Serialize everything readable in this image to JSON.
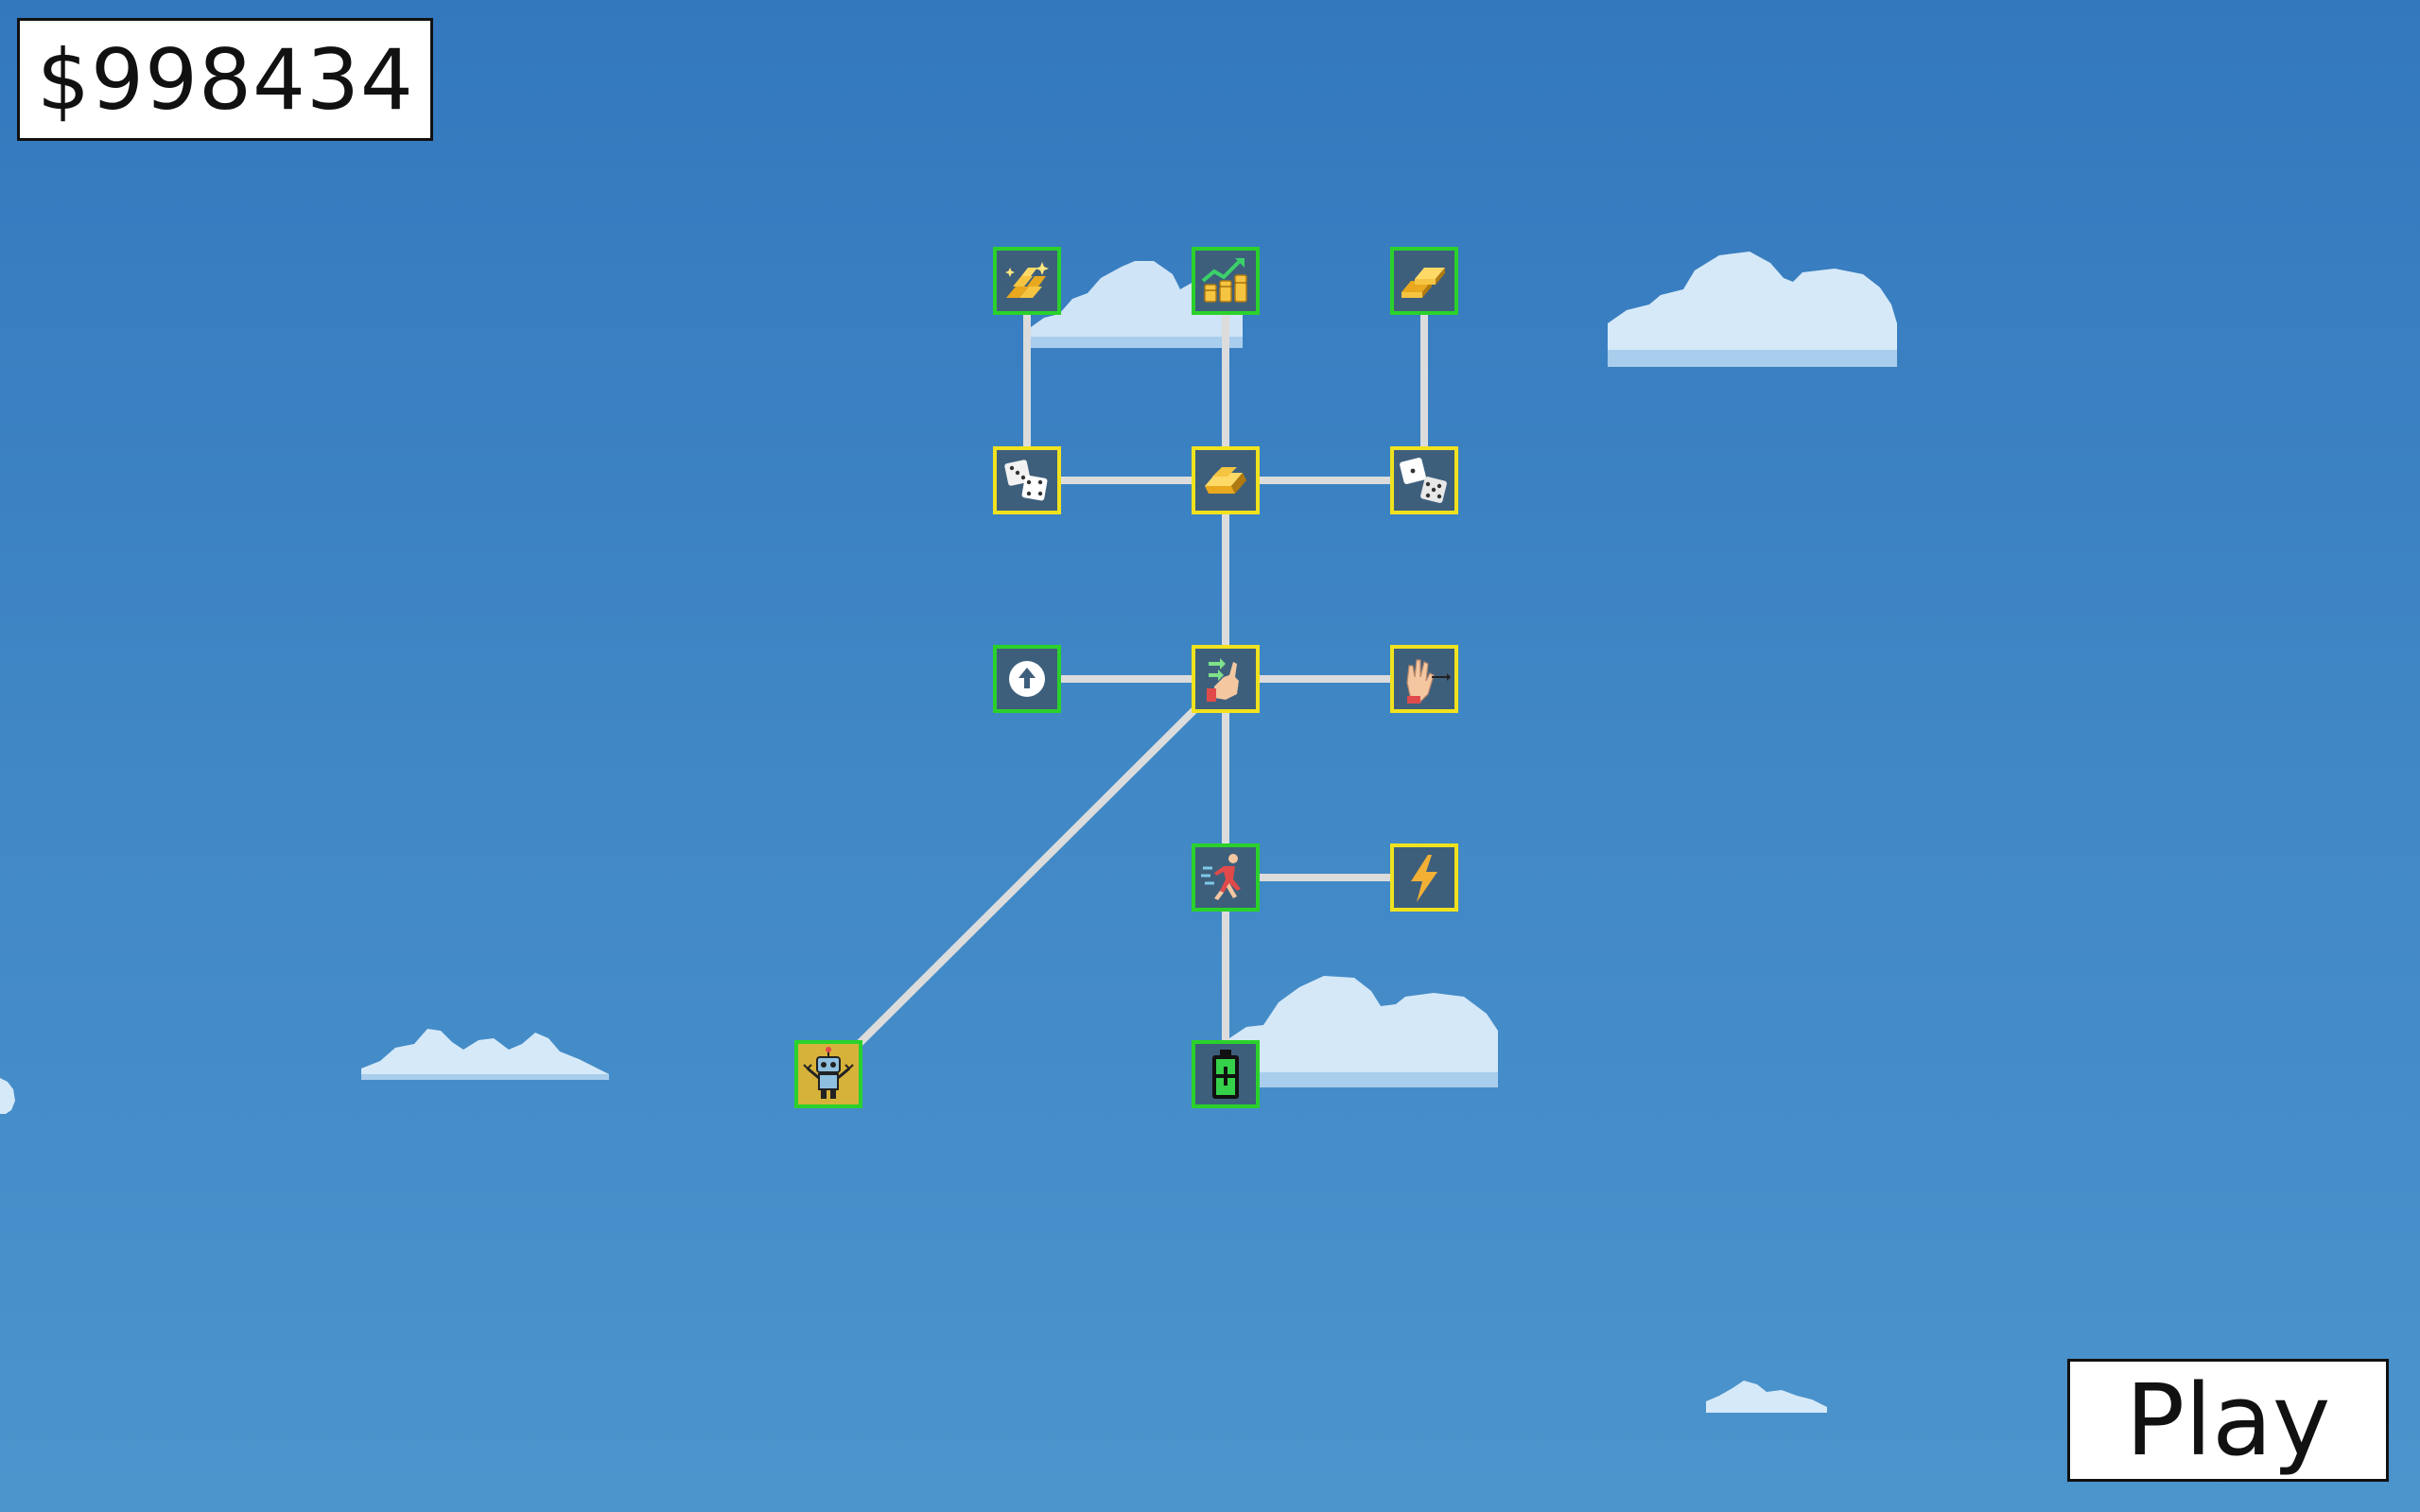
{
  "hud": {
    "money": "$998434"
  },
  "play_button": {
    "label": "Play"
  },
  "skill_tree": {
    "nodes": [
      {
        "id": "gold-pile",
        "icon": "gold-pile-icon",
        "status": "unlocked"
      },
      {
        "id": "coins-growth",
        "icon": "coins-growth-icon",
        "status": "unlocked"
      },
      {
        "id": "gold-bars",
        "icon": "gold-bars-icon",
        "status": "unlocked"
      },
      {
        "id": "dice-left",
        "icon": "dice-icon",
        "status": "available"
      },
      {
        "id": "gold-bar-center",
        "icon": "gold-bar-icon",
        "status": "available"
      },
      {
        "id": "dice-right",
        "icon": "dice-icon",
        "status": "available"
      },
      {
        "id": "upgrade-arrow",
        "icon": "arrow-up-circle-icon",
        "status": "unlocked"
      },
      {
        "id": "hand-swap",
        "icon": "hand-swap-icon",
        "status": "available"
      },
      {
        "id": "hand-stop",
        "icon": "hand-stop-icon",
        "status": "available"
      },
      {
        "id": "runner",
        "icon": "runner-icon",
        "status": "unlocked"
      },
      {
        "id": "lightning",
        "icon": "lightning-icon",
        "status": "available"
      },
      {
        "id": "robot",
        "icon": "robot-icon",
        "status": "unlocked"
      },
      {
        "id": "battery",
        "icon": "battery-icon",
        "status": "unlocked"
      }
    ]
  },
  "colors": {
    "unlocked_border": "#2bd12b",
    "available_border": "#f0e21e",
    "node_fill": "#3e5f7c",
    "connector": "#dcdcdc",
    "sky_top": "#3378bd",
    "sky_bottom": "#4b94cc"
  }
}
